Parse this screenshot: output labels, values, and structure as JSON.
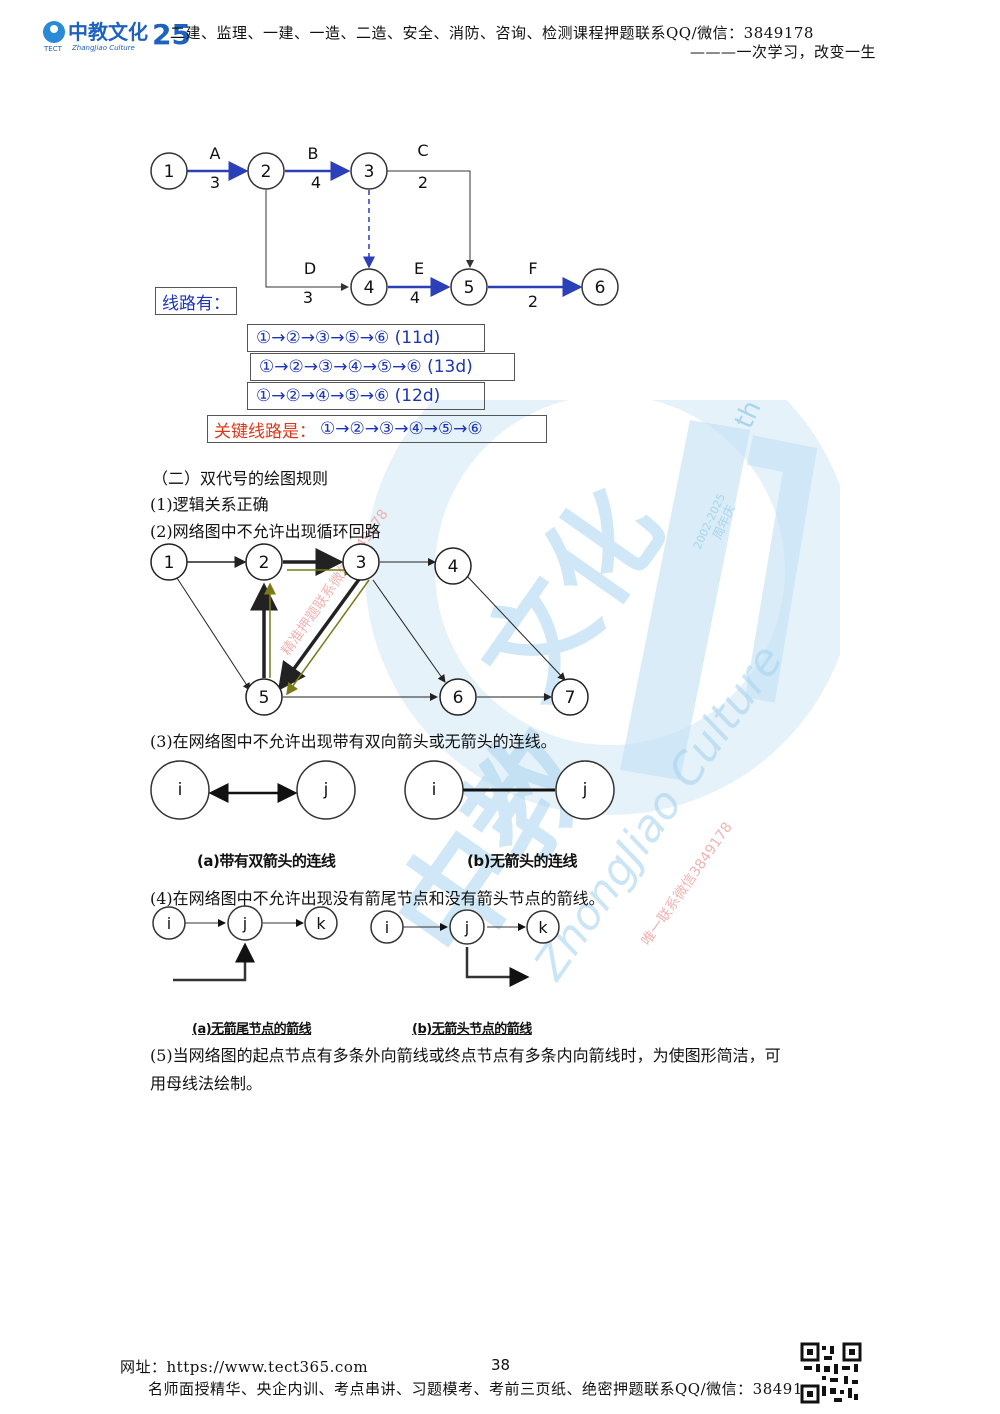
{
  "header": {
    "logo_text": "中教文化",
    "logo_sub": "TECT",
    "logo_en": "ZhangJiao Culture",
    "logo_num": "25",
    "line1": "二建、监理、一建、一造、二造、安全、消防、咨询、检测课程押题联系QQ/微信：3849178",
    "line2": "———一次学习，改变一生"
  },
  "diagram1": {
    "nodes": [
      "1",
      "2",
      "3",
      "4",
      "5",
      "6"
    ],
    "activities": [
      {
        "name": "A",
        "duration": "3"
      },
      {
        "name": "B",
        "duration": "4"
      },
      {
        "name": "C",
        "duration": "2"
      },
      {
        "name": "D",
        "duration": "3"
      },
      {
        "name": "E",
        "duration": "4"
      },
      {
        "name": "F",
        "duration": "2"
      }
    ],
    "routes_label": "线路有：",
    "routes": [
      "①→②→③→⑤→⑥  (11d)",
      "①→②→③→④→⑤→⑥  (13d)",
      "①→②→④→⑤→⑥  (12d)"
    ],
    "critical_label": "关键线路是：",
    "critical_path": "①→②→③→④→⑤→⑥"
  },
  "section": {
    "title": "（二）双代号的绘图规则",
    "rule1": "(1)逻辑关系正确",
    "rule2": "(2)网络图中不允许出现循环回路",
    "rule3": "(3)在网络图中不允许出现带有双向箭头或无箭头的连线。",
    "rule4": "(4)在网络图中不允许出现没有箭尾节点和没有箭头节点的箭线。",
    "rule5_line1": "(5)当网络图的起点节点有多条外向箭线或终点节点有多条内向箭线时，为使图形简洁，可",
    "rule5_line2": "用母线法绘制。"
  },
  "diagram2": {
    "nodes": [
      "1",
      "2",
      "3",
      "4",
      "5",
      "6",
      "7"
    ]
  },
  "diagram3": {
    "node_i": "i",
    "node_j": "j",
    "caption_a": "(a)带有双箭头的连线",
    "caption_b": "(b)无箭头的连线"
  },
  "diagram4": {
    "node_i": "i",
    "node_j": "j",
    "node_k": "k",
    "caption_a": "(a)无箭尾节点的箭线",
    "caption_b": "(b)无箭头节点的箭线"
  },
  "watermarks": [
    "精准押题联系微信3849178",
    "唯一联系微信3849178",
    "2002-2025",
    "周年庆",
    "th",
    "ZhongJiao Culture"
  ],
  "footer": {
    "website": "网址：https://www.tect365.com",
    "page_number": "38",
    "line2": "名师面授精华、央企内训、考点串讲、习题模考、考前三页纸、绝密押题联系QQ/微信：3849178"
  },
  "colors": {
    "blue_arrow": "#2b3fb8",
    "route_text": "#1c35b8",
    "critical_red": "#e0371a",
    "olive": "#7a7a18",
    "watermark": "#a8d4ef"
  }
}
